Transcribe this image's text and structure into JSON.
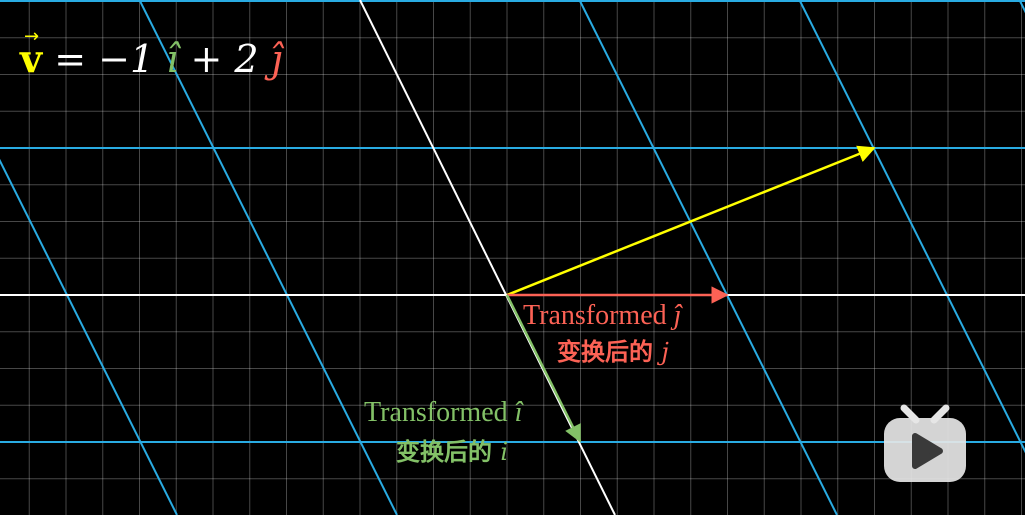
{
  "formula": {
    "vector": "v",
    "equals": " = −1",
    "i_hat": "î",
    "plus": " + 2",
    "j_hat": "ĵ"
  },
  "labels": {
    "transformed_j_en": "Transformed ",
    "transformed_j_var": "ĵ",
    "transformed_j_cn": "变换后的 ",
    "transformed_j_cn_var": "j",
    "transformed_i_en": "Transformed ",
    "transformed_i_var": "î",
    "transformed_i_cn": "变换后的 ",
    "transformed_i_cn_var": "i"
  },
  "colors": {
    "background": "#000000",
    "fine_grid": "#ffffff",
    "transformed_grid": "#29abe2",
    "axis": "#ffffff",
    "vector_v": "#ffff00",
    "i_hat": "#83c167",
    "j_hat": "#fc6255",
    "formula_text": "#ffffff"
  },
  "icons": {
    "watermark": "bilibili-tv-icon"
  }
}
